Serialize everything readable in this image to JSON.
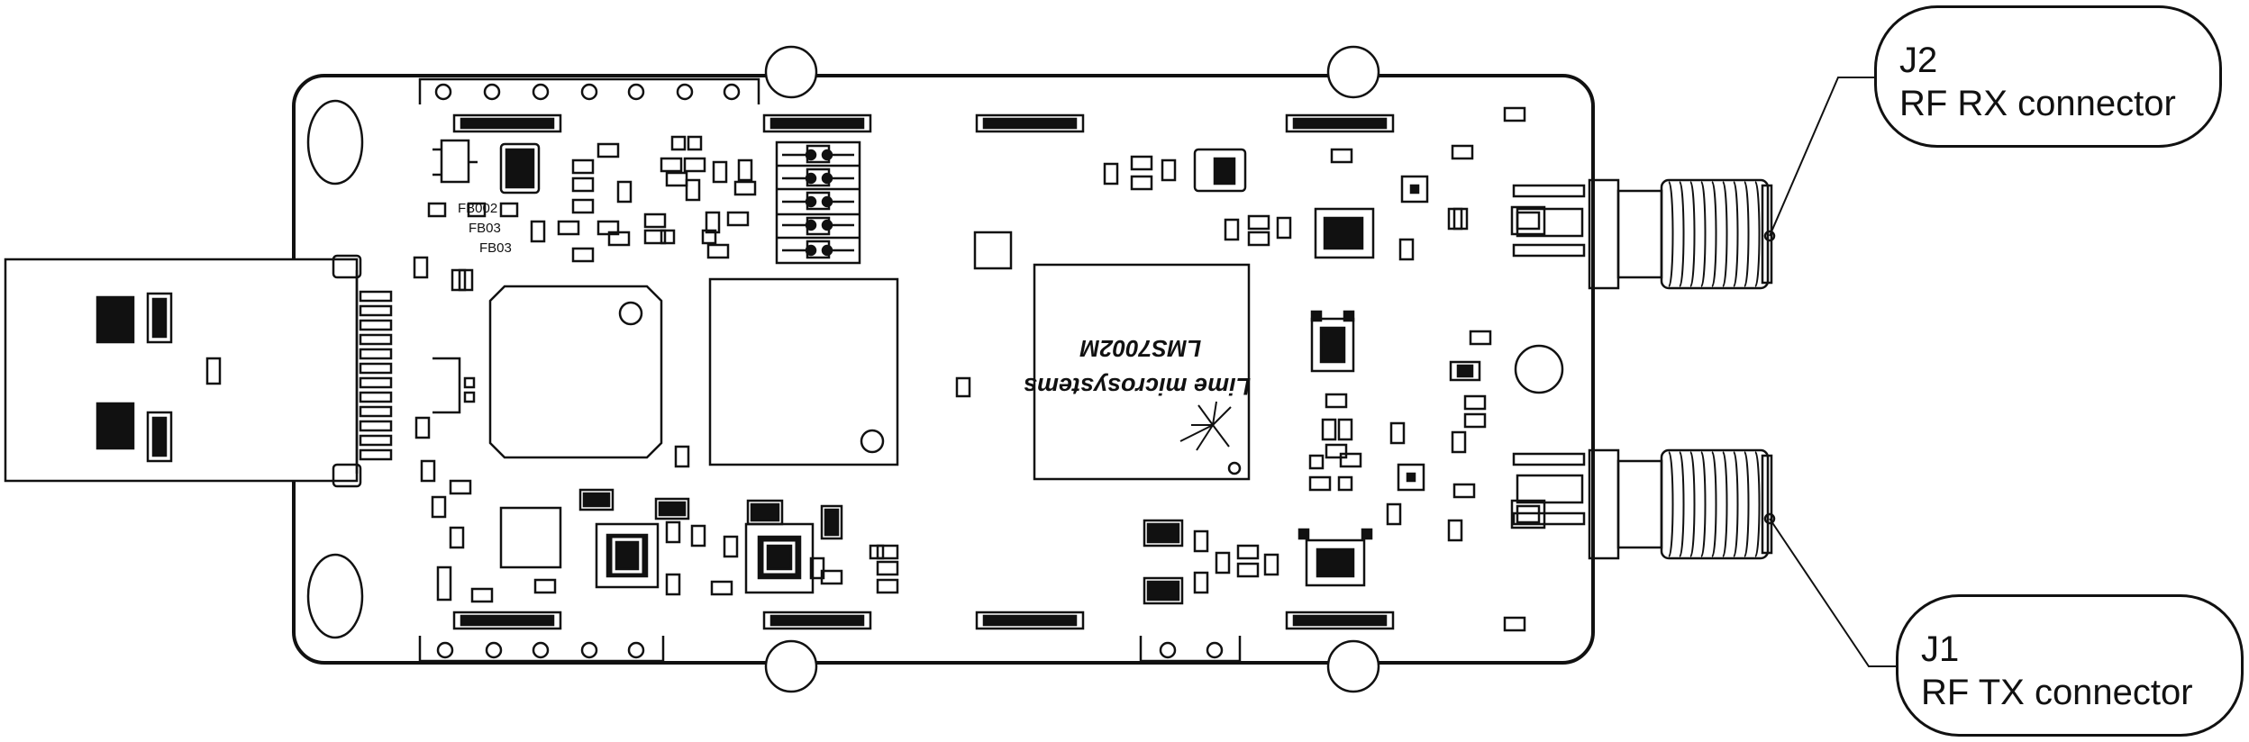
{
  "chip": {
    "part_number": "LMS7002M",
    "brand": "Lime microsystems"
  },
  "silkscreen": {
    "labels": [
      "FB002",
      "FB03",
      "FB03"
    ]
  },
  "callouts": {
    "j2": {
      "ref": "J2",
      "description": "RF RX connector"
    },
    "j1": {
      "ref": "J1",
      "description": "RF TX connector"
    }
  },
  "colors": {
    "line": "#111111",
    "background": "#ffffff"
  }
}
